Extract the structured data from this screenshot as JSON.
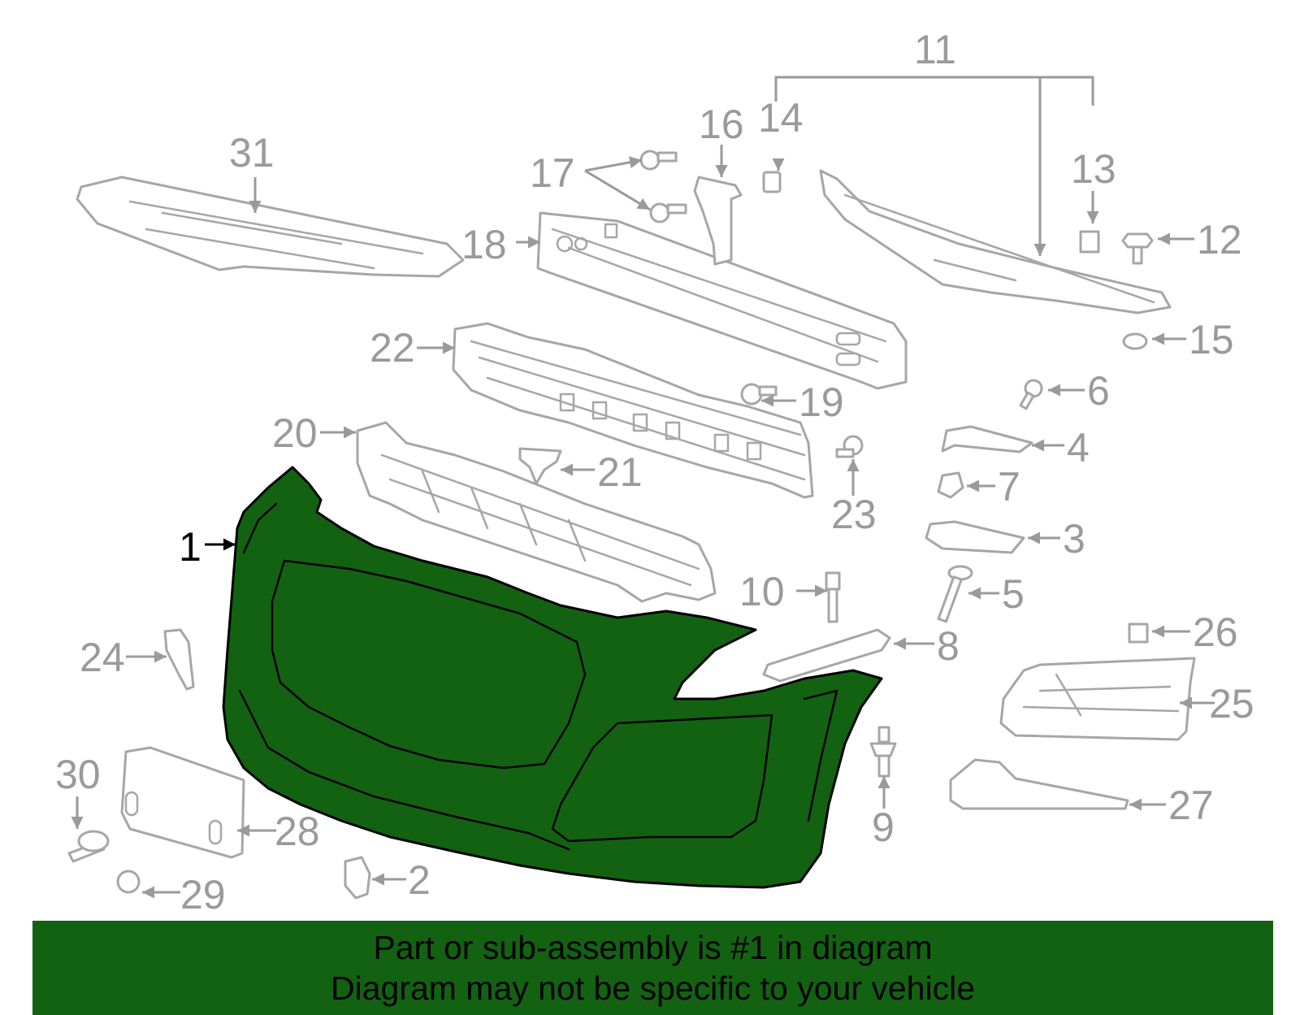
{
  "diagram": {
    "selected_part": "1",
    "callouts": [
      "1",
      "2",
      "3",
      "4",
      "5",
      "6",
      "7",
      "8",
      "9",
      "10",
      "11",
      "12",
      "13",
      "14",
      "15",
      "16",
      "17",
      "18",
      "19",
      "20",
      "21",
      "22",
      "23",
      "24",
      "25",
      "26",
      "27",
      "28",
      "29",
      "30",
      "31"
    ]
  },
  "banner": {
    "line1": "Part or sub-assembly is #1 in diagram",
    "line2": "Diagram may not be specific to your vehicle"
  },
  "colors": {
    "highlight": "#126212",
    "linework": "#a6a6a6",
    "callout_text": "#9a9a9a"
  }
}
